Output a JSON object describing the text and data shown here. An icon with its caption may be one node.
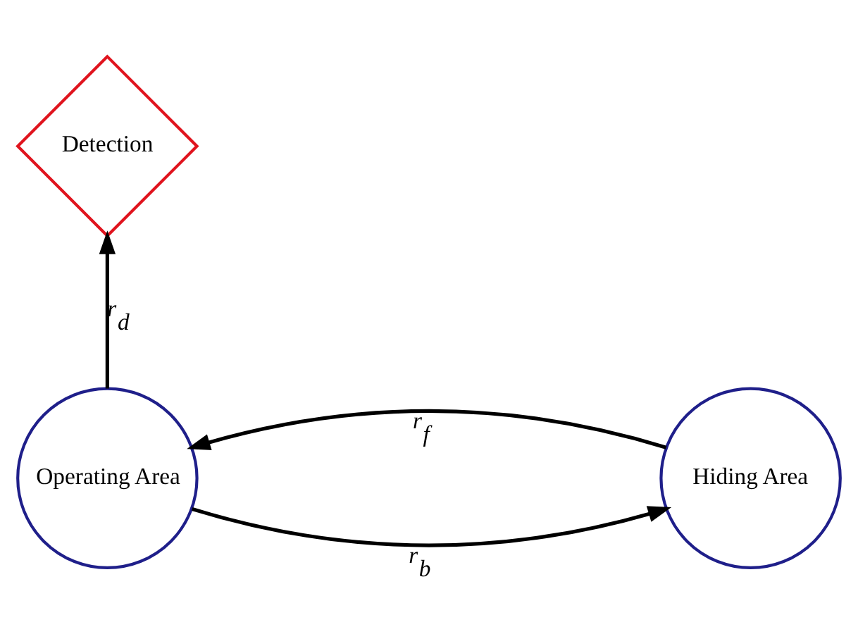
{
  "diagram": {
    "nodes": [
      {
        "text": [
          "Detection"
        ]
      },
      {
        "text": [
          "Hiding Area"
        ]
      },
      {
        "text": [
          "Operating Area"
        ]
      }
    ],
    "edges": [
      {
        "from": 1,
        "to": 2,
        "arrow": "to",
        "label": "r$_{f}$"
      },
      {
        "from": 2,
        "to": 1,
        "arrow": "to",
        "label": "r$_{b}$"
      },
      {
        "from": 2,
        "to": 0,
        "arrow": "to",
        "label": "r$_{d}$"
      }
    ]
  }
}
